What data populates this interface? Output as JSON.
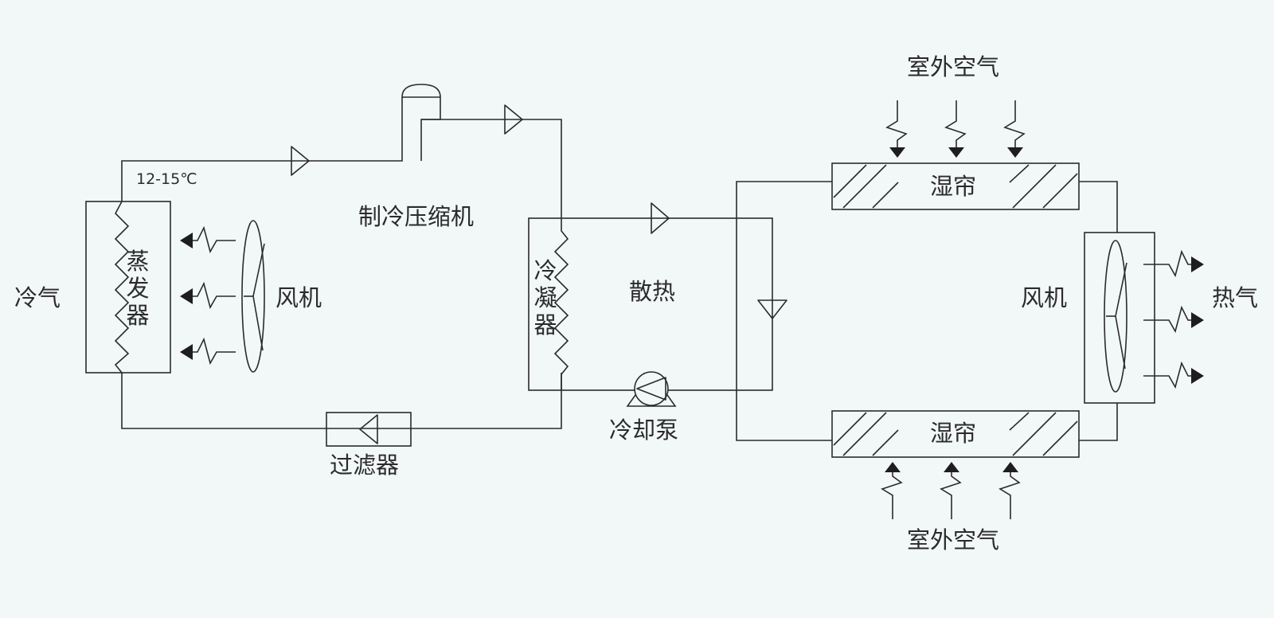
{
  "labels": {
    "cold_air": "冷气",
    "evaporator": [
      "蒸",
      "发",
      "器"
    ],
    "fan_left": "风机",
    "temperature": "12-15℃",
    "compressor": "制冷压缩机",
    "condenser": [
      "冷",
      "凝",
      "器"
    ],
    "heat_dissipation": "散热",
    "cooling_pump": "冷却泵",
    "filter": "过滤器",
    "outdoor_air_top": "室外空气",
    "outdoor_air_bottom": "室外空气",
    "wet_curtain_top": "湿帘",
    "wet_curtain_bottom": "湿帘",
    "fan_right": "风机",
    "hot_air": "热气"
  },
  "colors": {
    "background": "#f2f7f8",
    "line": "#2b2b2b",
    "arrow_head": "#1e1e1e"
  },
  "icons": [
    "fan-icon",
    "pump-icon",
    "flow-arrow-icon",
    "air-flow-arrow-icon",
    "zigzag-coil-icon"
  ]
}
